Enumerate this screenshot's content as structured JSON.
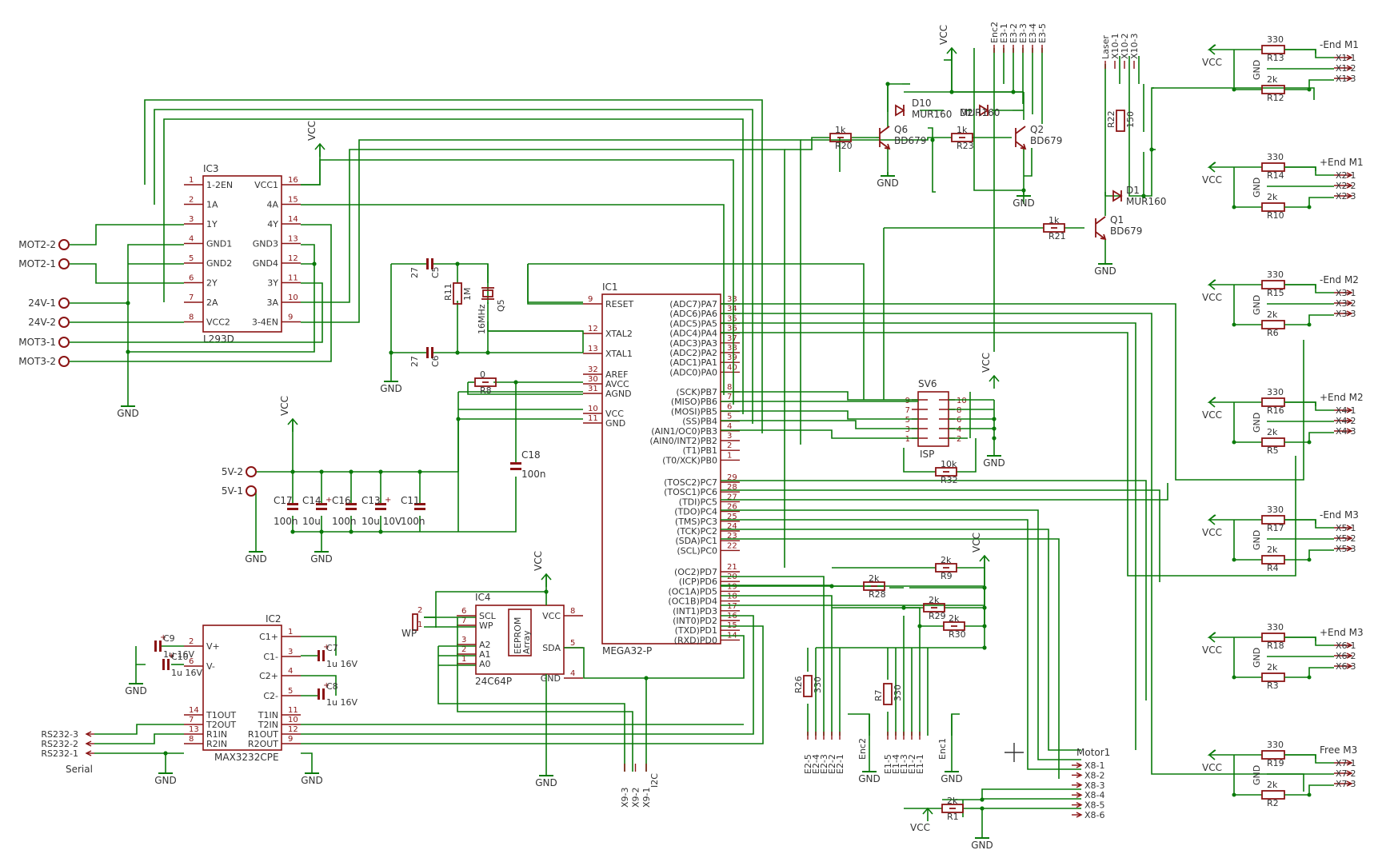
{
  "ic1": {
    "name": "IC1",
    "value": "MEGA32-P",
    "left_pins": [
      {
        "num": "9",
        "label": "RESET"
      },
      {
        "num": "12",
        "label": "XTAL2"
      },
      {
        "num": "13",
        "label": "XTAL1"
      },
      {
        "num": "32",
        "label": "AREF"
      },
      {
        "num": "30",
        "label": "AVCC"
      },
      {
        "num": "31",
        "label": "AGND"
      },
      {
        "num": "10",
        "label": "VCC"
      },
      {
        "num": "11",
        "label": "GND"
      }
    ],
    "right_pins": [
      {
        "num": "33",
        "label": "(ADC7)PA7"
      },
      {
        "num": "34",
        "label": "(ADC6)PA6"
      },
      {
        "num": "35",
        "label": "(ADC5)PA5"
      },
      {
        "num": "36",
        "label": "(ADC4)PA4"
      },
      {
        "num": "37",
        "label": "(ADC3)PA3"
      },
      {
        "num": "38",
        "label": "(ADC2)PA2"
      },
      {
        "num": "39",
        "label": "(ADC1)PA1"
      },
      {
        "num": "40",
        "label": "(ADC0)PA0"
      },
      {
        "num": "8",
        "label": "(SCK)PB7"
      },
      {
        "num": "7",
        "label": "(MISO)PB6"
      },
      {
        "num": "6",
        "label": "(MOSI)PB5"
      },
      {
        "num": "5",
        "label": "(SS)PB4"
      },
      {
        "num": "4",
        "label": "(AIN1/OC0)PB3"
      },
      {
        "num": "3",
        "label": "(AIN0/INT2)PB2"
      },
      {
        "num": "2",
        "label": "(T1)PB1"
      },
      {
        "num": "1",
        "label": "(T0/XCK)PB0"
      },
      {
        "num": "29",
        "label": "(TOSC2)PC7"
      },
      {
        "num": "28",
        "label": "(TOSC1)PC6"
      },
      {
        "num": "27",
        "label": "(TDI)PC5"
      },
      {
        "num": "26",
        "label": "(TDO)PC4"
      },
      {
        "num": "25",
        "label": "(TMS)PC3"
      },
      {
        "num": "24",
        "label": "(TCK)PC2"
      },
      {
        "num": "23",
        "label": "(SDA)PC1"
      },
      {
        "num": "22",
        "label": "(SCL)PC0"
      },
      {
        "num": "21",
        "label": "(OC2)PD7"
      },
      {
        "num": "20",
        "label": "(ICP)PD6"
      },
      {
        "num": "19",
        "label": "(OC1A)PD5"
      },
      {
        "num": "18",
        "label": "(OC1B)PD4"
      },
      {
        "num": "17",
        "label": "(INT1)PD3"
      },
      {
        "num": "16",
        "label": "(INT0)PD2"
      },
      {
        "num": "15",
        "label": "(TXD)PD1"
      },
      {
        "num": "14",
        "label": "(RXD)PD0"
      }
    ]
  },
  "ic3": {
    "name": "IC3",
    "value": "L293D",
    "left_pins": [
      {
        "num": "1",
        "label": "1-2EN"
      },
      {
        "num": "2",
        "label": "1A"
      },
      {
        "num": "3",
        "label": "1Y"
      },
      {
        "num": "4",
        "label": "GND1"
      },
      {
        "num": "5",
        "label": "GND2"
      },
      {
        "num": "6",
        "label": "2Y"
      },
      {
        "num": "7",
        "label": "2A"
      },
      {
        "num": "8",
        "label": "VCC2"
      }
    ],
    "right_pins": [
      {
        "num": "16",
        "label": "VCC1"
      },
      {
        "num": "15",
        "label": "4A"
      },
      {
        "num": "14",
        "label": "4Y"
      },
      {
        "num": "13",
        "label": "GND3"
      },
      {
        "num": "12",
        "label": "GND4"
      },
      {
        "num": "11",
        "label": "3Y"
      },
      {
        "num": "10",
        "label": "3A"
      },
      {
        "num": "9",
        "label": "3-4EN"
      }
    ]
  },
  "ic2": {
    "name": "IC2",
    "value": "MAX3232CPE",
    "left_pins": [
      {
        "num": "2",
        "label": "V+"
      },
      {
        "num": "6",
        "label": "V-"
      },
      {
        "num": "14",
        "label": "T1OUT"
      },
      {
        "num": "7",
        "label": "T2OUT"
      },
      {
        "num": "13",
        "label": "R1IN"
      },
      {
        "num": "8",
        "label": "R2IN"
      }
    ],
    "right_pins": [
      {
        "num": "1",
        "label": "C1+"
      },
      {
        "num": "3",
        "label": "C1-"
      },
      {
        "num": "4",
        "label": "C2+"
      },
      {
        "num": "5",
        "label": "C2-"
      },
      {
        "num": "11",
        "label": "T1IN"
      },
      {
        "num": "10",
        "label": "T2IN"
      },
      {
        "num": "12",
        "label": "R1OUT"
      },
      {
        "num": "9",
        "label": "R2OUT"
      }
    ]
  },
  "ic4": {
    "name": "IC4",
    "value": "24C64P",
    "inner": [
      "EEPROM",
      "Array"
    ],
    "left_pins": [
      {
        "num": "6",
        "label": "SCL"
      },
      {
        "num": "7",
        "label": "WP"
      },
      {
        "num": "3",
        "label": "A2"
      },
      {
        "num": "2",
        "label": "A1"
      },
      {
        "num": "1",
        "label": "A0"
      }
    ],
    "right_pins": [
      {
        "num": "8",
        "label": "VCC"
      },
      {
        "num": "5",
        "label": "SDA"
      },
      {
        "num": "4",
        "label": "GND"
      }
    ]
  },
  "isp": {
    "name": "SV6",
    "value": "ISP",
    "pins_left": [
      "9",
      "7",
      "5",
      "3",
      "1"
    ],
    "pins_right": [
      "10",
      "8",
      "6",
      "4",
      "2"
    ]
  },
  "left_terminals": [
    "MOT2-2",
    "MOT2-1",
    "24V-1",
    "24V-2",
    "MOT3-1",
    "MOT3-2",
    "5V-2",
    "5V-1"
  ],
  "serial": {
    "labels": [
      "RS232-3",
      "RS232-2",
      "RS232-1"
    ],
    "caption": "Serial"
  },
  "i2c": {
    "labels": [
      "X9-3",
      "X9-2",
      "X9-1"
    ],
    "caption": "I2C"
  },
  "enc2": {
    "labels": [
      "E2-5",
      "E2-4",
      "E2-3",
      "E2-2",
      "E2-1"
    ],
    "caption": "Enc2"
  },
  "enc1": {
    "labels": [
      "E1-5",
      "E1-4",
      "E1-3",
      "E1-2",
      "E1-1"
    ],
    "caption": "Enc1"
  },
  "enc3": {
    "labels": [
      "Enc2",
      "E3-1",
      "E3-2",
      "E3-3",
      "E3-4",
      "E3-5"
    ]
  },
  "laser": {
    "labels": [
      "Laser",
      "X10-1",
      "X10-2",
      "X10-3"
    ]
  },
  "motor1": {
    "caption": "Motor1",
    "labels": [
      "X8-1",
      "X8-2",
      "X8-3",
      "X8-4",
      "X8-5",
      "X8-6"
    ]
  },
  "endstops": [
    {
      "title": "-End M1",
      "r_top": "R13",
      "r_bot": "R12",
      "pins": [
        "X1-1",
        "X1-2",
        "X1-3"
      ]
    },
    {
      "title": "+End M1",
      "r_top": "R14",
      "r_bot": "R10",
      "pins": [
        "X2-1",
        "X2-2",
        "X2-3"
      ]
    },
    {
      "title": "-End M2",
      "r_top": "R15",
      "r_bot": "R6",
      "pins": [
        "X3-1",
        "X3-2",
        "X3-3"
      ]
    },
    {
      "title": "+End M2",
      "r_top": "R16",
      "r_bot": "R5",
      "pins": [
        "X4-1",
        "X4-2",
        "X4-3"
      ]
    },
    {
      "title": "-End M3",
      "r_top": "R17",
      "r_bot": "R4",
      "pins": [
        "X5-1",
        "X5-2",
        "X5-3"
      ]
    },
    {
      "title": "+End M3",
      "r_top": "R18",
      "r_bot": "R3",
      "pins": [
        "X6-1",
        "X6-2",
        "X6-3"
      ]
    },
    {
      "title": "Free M3",
      "r_top": "R19",
      "r_bot": "R2",
      "pins": [
        "X7-1",
        "X7-2",
        "X7-3"
      ]
    }
  ],
  "endstop_values": {
    "top": "330",
    "bot": "2k"
  },
  "power": {
    "vcc": "VCC",
    "gnd": "GND"
  },
  "transistors": [
    {
      "name": "Q6",
      "value": "BD679"
    },
    {
      "name": "Q2",
      "value": "BD679"
    },
    {
      "name": "Q1",
      "value": "BD679"
    }
  ],
  "diodes": [
    {
      "name": "D10",
      "value": "MUR160"
    },
    {
      "name": "D2",
      "value": "MUR160"
    },
    {
      "name": "D1",
      "value": "MUR160"
    }
  ],
  "resistors": {
    "R20": "1k",
    "R23": "1k",
    "R21": "1k",
    "R22": "150",
    "R11": "1M",
    "R8": "0",
    "R32": "10k",
    "R28": "2k",
    "R9": "2k",
    "R29": "2k",
    "R30": "2k",
    "R26": "330",
    "R7": "330",
    "R1": "2k"
  },
  "caps": {
    "C5": "27",
    "C6": "27",
    "Q5": "16MHz",
    "C18": "100n",
    "C17": "100n",
    "C14": "10u",
    "C16": "100n",
    "C13": "10u 10V",
    "C11": "100n",
    "C9": "1u 16V",
    "C10": "1u 16V",
    "C7": "1u 16V",
    "C8": "1u 16V"
  },
  "wp_label": "WP"
}
